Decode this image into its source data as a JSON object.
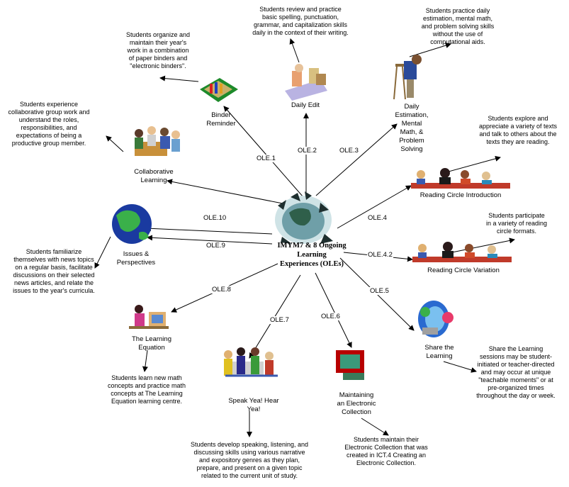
{
  "center": {
    "title": "IMYM7 & 8 Ongoing\nLearning\nExperiences (OLEs)"
  },
  "nodes": [
    {
      "key": "binder",
      "label": "Binder\nReminder",
      "ole": "OLE.1",
      "desc": "Students organize and\nmaintain their year's\nwork in a combination\nof paper binders and\n\"electronic binders\"."
    },
    {
      "key": "daily_edit",
      "label": "Daily    Edit",
      "ole": "OLE.2",
      "desc": "Students review and practice\nbasic spelling, punctuation,\ngrammar, and capitalization skills\ndaily in the context of their writing."
    },
    {
      "key": "estimation",
      "label": "Daily\nEstimation,\nMental\nMath, &\nProblem\nSolving",
      "ole": "OLE.3",
      "desc": "Students practice daily\nestimation, mental math,\nand problem solving skills\nwithout the use of\ncomputational aids."
    },
    {
      "key": "reading_intro",
      "label": "Reading Circle Introduction",
      "ole": "OLE.4",
      "desc": "Students explore and\nappreciate a variety of texts\nand talk to others about the\ntexts they are reading."
    },
    {
      "key": "reading_var",
      "label": "Reading Circle Variation",
      "ole": "OLE.4.2",
      "desc": "Students participate\nin a variety of reading\ncircle formats."
    },
    {
      "key": "share",
      "label": "Share the\nLearning",
      "ole": "OLE.5",
      "desc": "Share the Learning\nsessions may be student-\ninitiated or teacher-directed\nand may occur at unique\n\"teachable moments\" or at\npre-organized times\nthroughout the day or week."
    },
    {
      "key": "electronic",
      "label": "Maintaining\nan Electronic\nCollection",
      "ole": "OLE.6",
      "desc": "Students maintain their\nElectronic Collection that was\ncreated in ICT.4 Creating an\nElectronic Collection."
    },
    {
      "key": "speak",
      "label": "Speak Yea! Hear\nYea!",
      "ole": "OLE.7",
      "desc": "Students develop speaking, listening, and\ndiscussing skills using various narrative\nand expository genres as they plan,\nprepare, and present on a given topic\nrelated to the current unit of study."
    },
    {
      "key": "equation",
      "label": "The Learning\nEquation",
      "ole": "OLE.8",
      "desc": "Students learn new math\nconcepts and practice math\nconcepts at  The Learning\nEquation learning centre."
    },
    {
      "key": "issues",
      "label": "Issues &\nPerspectives",
      "ole": "OLE.9",
      "desc": "Students familiarize\nthemselves with news topics\non a regular basis, facilitate\ndiscussions on their selected\nnews articles, and relate the\nissues to the year's curricula."
    },
    {
      "key": "collab",
      "label": "Collaborative\nLearning",
      "ole": "OLE.10",
      "desc": "Students experience\ncollaborative group work and\nunderstand the roles,\nresponsibilities, and\nexpectations of being a\nproductive group member."
    }
  ]
}
